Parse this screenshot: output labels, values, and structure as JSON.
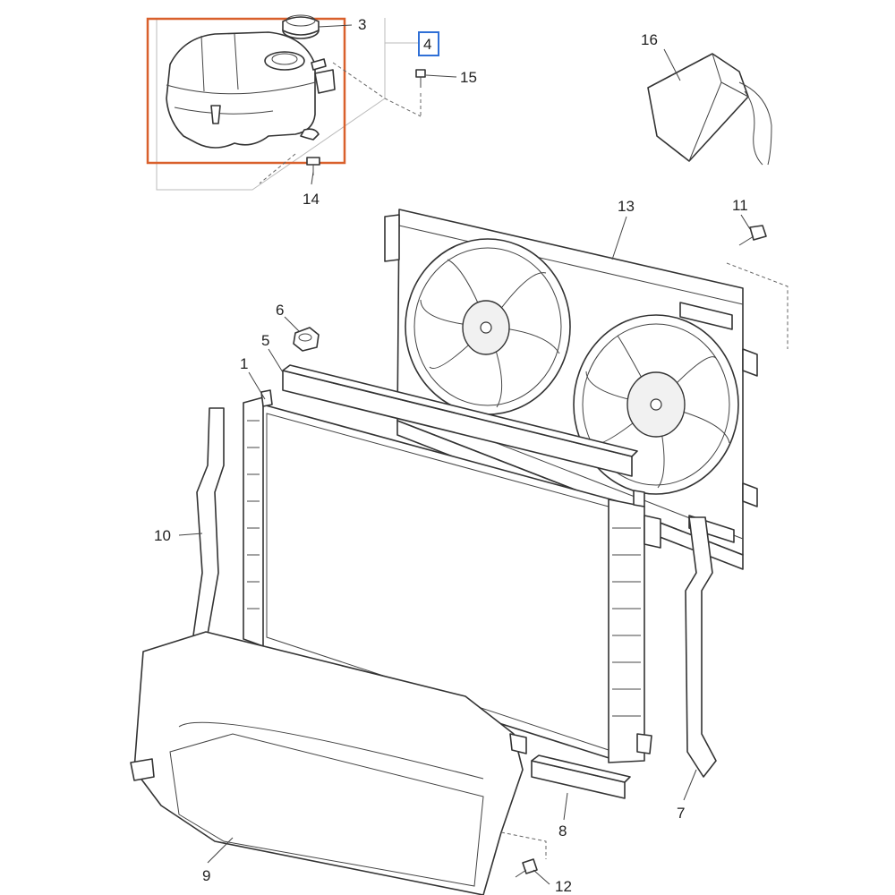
{
  "diagram": {
    "highlight_box_color": "#d9602c",
    "callout_box_color": "#2f6fd6",
    "callouts": [
      {
        "id": "c1",
        "text": "1"
      },
      {
        "id": "c3",
        "text": "3"
      },
      {
        "id": "c4",
        "text": "4"
      },
      {
        "id": "c5",
        "text": "5"
      },
      {
        "id": "c6",
        "text": "6"
      },
      {
        "id": "c7",
        "text": "7"
      },
      {
        "id": "c8",
        "text": "8"
      },
      {
        "id": "c9",
        "text": "9"
      },
      {
        "id": "c10",
        "text": "10"
      },
      {
        "id": "c11",
        "text": "11"
      },
      {
        "id": "c12",
        "text": "12"
      },
      {
        "id": "c13",
        "text": "13"
      },
      {
        "id": "c14",
        "text": "14"
      },
      {
        "id": "c15",
        "text": "15"
      },
      {
        "id": "c16",
        "text": "16"
      }
    ]
  }
}
